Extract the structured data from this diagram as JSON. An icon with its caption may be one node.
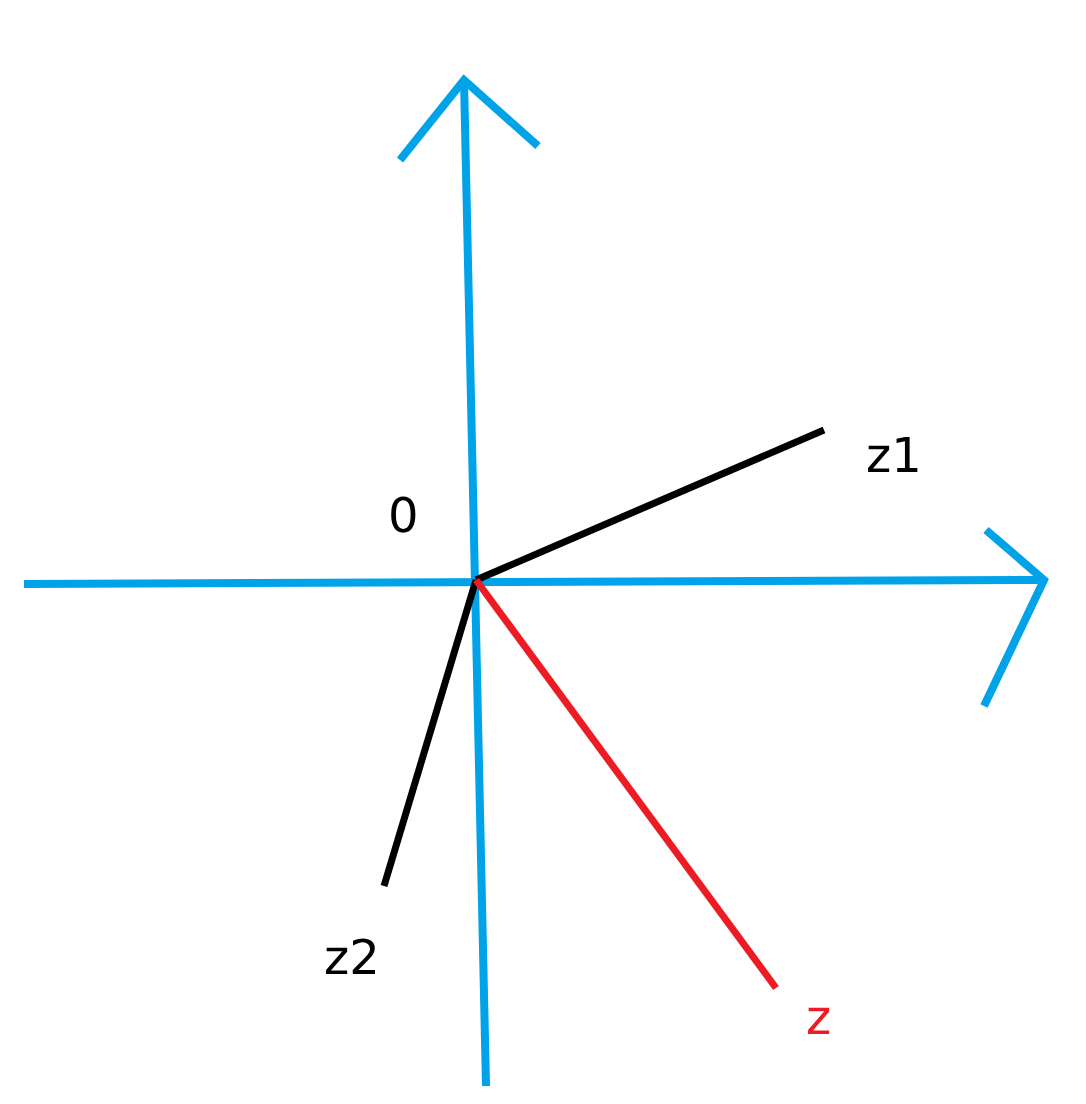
{
  "diagram": {
    "nodes": [
      {
        "text": [
          "0"
        ]
      },
      {
        "text": [
          "z1"
        ]
      },
      {
        "text": [
          "z2"
        ]
      },
      {
        "text": [
          "z"
        ]
      }
    ],
    "edges": [
      {
        "from": 0,
        "to": 1,
        "arrow": "none"
      },
      {
        "from": 0,
        "to": 2,
        "arrow": "none"
      },
      {
        "from": 0,
        "to": 3,
        "arrow": "none",
        "color": "#ed1c24"
      }
    ]
  }
}
